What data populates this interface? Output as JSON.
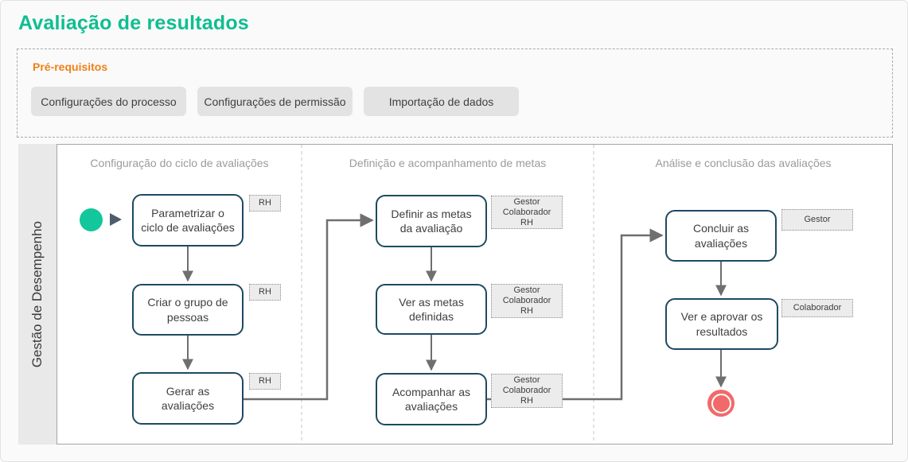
{
  "header": {
    "title": "Avaliação de resultados"
  },
  "prerequisites": {
    "label": "Pré-requisitos",
    "items": [
      "Configurações do processo",
      "Configurações de permissão",
      "Importação de dados"
    ]
  },
  "diagram": {
    "lane_label": "Gestão de Desempenho",
    "columns": [
      {
        "header": "Configuração do ciclo de avaliações",
        "tasks": [
          {
            "label": "Parametrizar o ciclo de avaliações",
            "roles": [
              "RH"
            ]
          },
          {
            "label": "Criar o grupo de pessoas",
            "roles": [
              "RH"
            ]
          },
          {
            "label": "Gerar as avaliações",
            "roles": [
              "RH"
            ]
          }
        ]
      },
      {
        "header": "Definição e acompanhamento de metas",
        "tasks": [
          {
            "label": "Definir as metas da avaliação",
            "roles": [
              "Gestor",
              "Colaborador",
              "RH"
            ]
          },
          {
            "label": "Ver as metas definidas",
            "roles": [
              "Gestor",
              "Colaborador",
              "RH"
            ]
          },
          {
            "label": "Acompanhar as avaliações",
            "roles": [
              "Gestor",
              "Colaborador",
              "RH"
            ]
          }
        ]
      },
      {
        "header": "Análise e conclusão das avaliações",
        "tasks": [
          {
            "label": "Concluir as avaliações",
            "roles": [
              "Gestor"
            ]
          },
          {
            "label": "Ver e aprovar os resultados",
            "roles": [
              "Colaborador"
            ]
          }
        ]
      }
    ]
  },
  "colors": {
    "title_green": "#0fbe90",
    "prereq_orange": "#f08019",
    "start_event_green": "#12c79b",
    "end_event_red": "#f16a6a",
    "task_border_navy": "#1d4a61",
    "connector_gray": "#6f6f6f"
  }
}
